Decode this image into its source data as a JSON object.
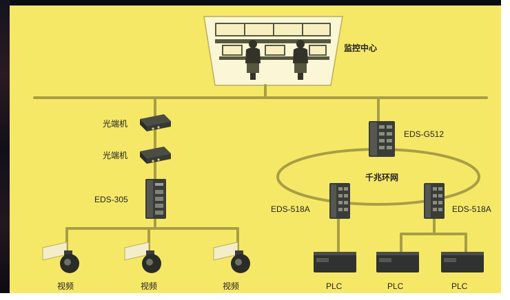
{
  "colors": {
    "panel": "#f6e867",
    "line": "#a79e45",
    "device_dark": "#2f3230",
    "monitor": "#f7efc0"
  },
  "labels": {
    "monitoring_center": "监控中心",
    "fiber_converter_1": "光端机",
    "fiber_converter_2": "光端机",
    "switch_305": "EDS-305",
    "switch_g512": "EDS-G512",
    "ring": "千兆环网",
    "switch_518a_left": "EDS-518A",
    "switch_518a_right": "EDS-518A",
    "camera_1": "视频",
    "camera_2": "视频",
    "camera_3": "视频",
    "plc_1": "PLC",
    "plc_2": "PLC",
    "plc_3": "PLC"
  }
}
